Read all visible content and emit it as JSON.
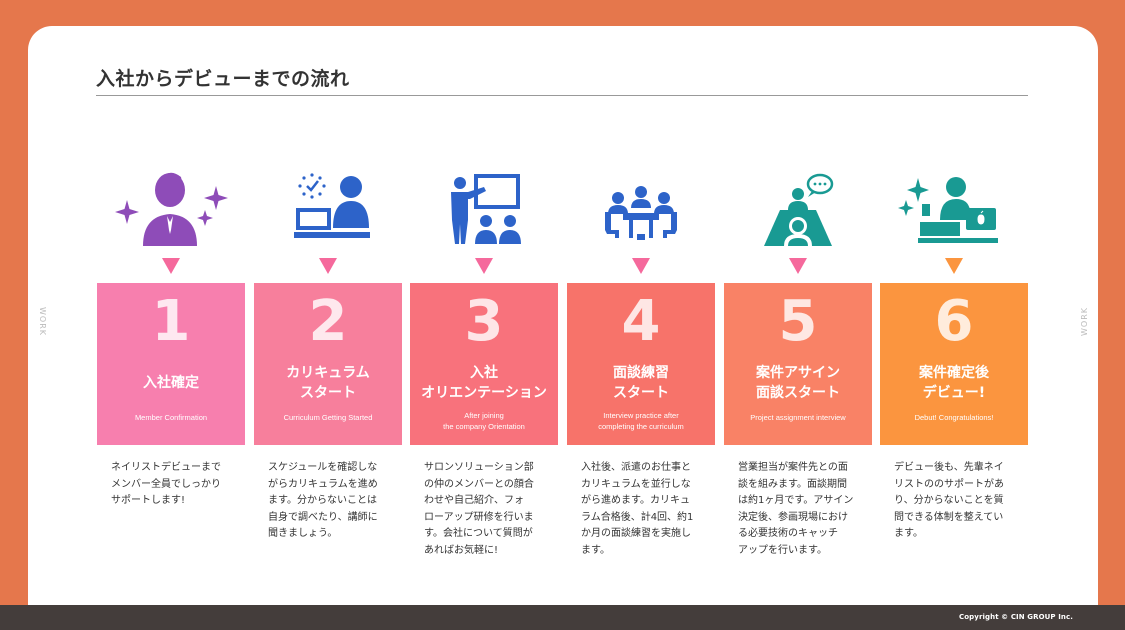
{
  "title": "入社からデビューまでの流れ",
  "side_label": "WORK",
  "copyright": "Copyright © CIN GROUP Inc.",
  "steps": [
    {
      "number": "1",
      "title": "入社確定",
      "subtitle": "Member Confirmation",
      "description": "ネイリストデビューまで\nメンバー全員でしっかり\nサポートします!",
      "color": "#f77fae",
      "icon": "new-member-sparkle-icon"
    },
    {
      "number": "2",
      "title": "カリキュラム\nスタート",
      "subtitle": "Curriculum Getting Started",
      "description": "スケジュールを確認しな\nがらカリキュラムを進め\nます。分からないことは\n自身で調べたり、講師に\n聞きましょう。",
      "color": "#f77f9c",
      "icon": "study-laptop-icon"
    },
    {
      "number": "3",
      "title": "入社\nオリエンテーション",
      "subtitle": "After joining\nthe company Orientation",
      "description": "サロンソリューション部\nの仲のメンバーとの顔合\nわせや自己紹介、フォ\nローアップ研修を行いま\nす。会社について質問が\nあればお気軽に!",
      "color": "#f8727c",
      "icon": "presentation-icon"
    },
    {
      "number": "4",
      "title": "面談練習\nスタート",
      "subtitle": "Interview practice after\ncompleting the curriculum",
      "description": "入社後、派遣のお仕事と\nカリキュラムを並行しな\nがら進めます。カリキュ\nラム合格後、計4回、約1\nか月の面談練習を実施し\nます。",
      "color": "#f7736a",
      "icon": "meeting-table-icon"
    },
    {
      "number": "5",
      "title": "案件アサイン\n面談スタート",
      "subtitle": "Project assignment interview",
      "description": "営業担当が案件先との面\n談を組みます。面談期間\nは約1ヶ月です。アサイン\n決定後、参画現場におけ\nる必要技術のキャッチ\nアップを行います。",
      "color": "#f98266",
      "icon": "interview-chat-icon"
    },
    {
      "number": "6",
      "title": "案件確定後\nデビュー!",
      "subtitle": "Debut! Congratulations!",
      "description": "デビュー後も、先輩ネイ\nリストののサポートがあ\nり、分からないことを質\n問できる体制を整えてい\nます。",
      "color": "#fb953f",
      "icon": "debut-work-icon"
    }
  ],
  "colors": {
    "frame": "#e5774c",
    "footer": "#443d3b",
    "purple": "#8e4cb8",
    "blue": "#2d63c9",
    "teal": "#199a93"
  }
}
